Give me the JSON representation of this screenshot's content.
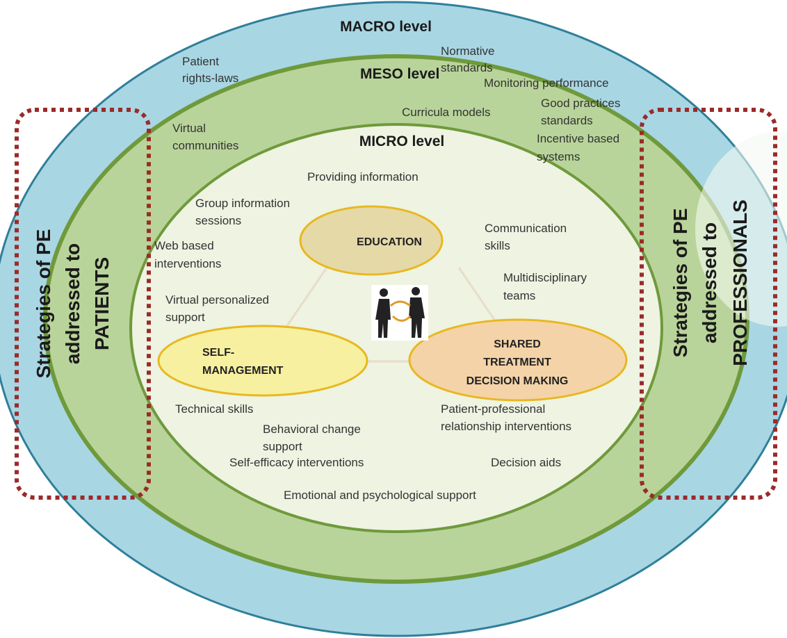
{
  "levels": {
    "macro": "MACRO level",
    "meso": "MESO level",
    "micro": "MICRO level"
  },
  "macro_items": {
    "patient_rights_1": "Patient",
    "patient_rights_2": "rights-laws",
    "normative_1": "Normative",
    "normative_2": "standards",
    "monitoring": "Monitoring performance",
    "good_practices_1": "Good practices",
    "good_practices_2": "standards"
  },
  "meso_items": {
    "virtual_1": "Virtual",
    "virtual_2": "communities",
    "curricula": "Curricula models",
    "incentive_1": "Incentive based",
    "incentive_2": "systems"
  },
  "micro_items": {
    "providing_info": "Providing information",
    "group_info_1": "Group information",
    "group_info_2": "sessions",
    "web_based_1": "Web based",
    "web_based_2": "interventions",
    "virtual_support_1": "Virtual personalized",
    "virtual_support_2": "support",
    "communication_1": "Communication",
    "communication_2": "skills",
    "multidisciplinary_1": "Multidisciplinary",
    "multidisciplinary_2": "teams",
    "technical": "Technical skills",
    "behavioral_1": "Behavioral change",
    "behavioral_2": "support",
    "self_efficacy": "Self-efficacy interventions",
    "patient_prof_1": "Patient-professional",
    "patient_prof_2": "relationship interventions",
    "decision_aids": "Decision aids",
    "emotional": "Emotional and psychological support"
  },
  "core": {
    "education": "EDUCATION",
    "self_mgmt_1": "SELF-",
    "self_mgmt_2": "MANAGEMENT",
    "shared_1": "SHARED",
    "shared_2": "TREATMENT",
    "shared_3": "DECISION MAKING"
  },
  "side_labels": {
    "patients_1": "Strategies of PE",
    "patients_2": "addressed to",
    "patients_3": "PATIENTS",
    "professionals_1": "Strategies of PE",
    "professionals_2": "addressed to",
    "professionals_3": "PROFESSIONALS"
  },
  "colors": {
    "macro_fill": "#a9d6e3",
    "macro_stroke": "#2f7f9a",
    "meso_fill": "#b9d49a",
    "meso_stroke": "#6f9a3c",
    "micro_fill": "#eef3e2",
    "micro_stroke": "#6f9a3c",
    "dotted": "#9b2a2a",
    "education_fill": "#e6d9a8",
    "self_mgmt_fill": "#f7f0a0",
    "shared_fill": "#f4d3a8",
    "core_stroke": "#e8b820"
  },
  "icons": [
    "handshake-figures-icon"
  ]
}
